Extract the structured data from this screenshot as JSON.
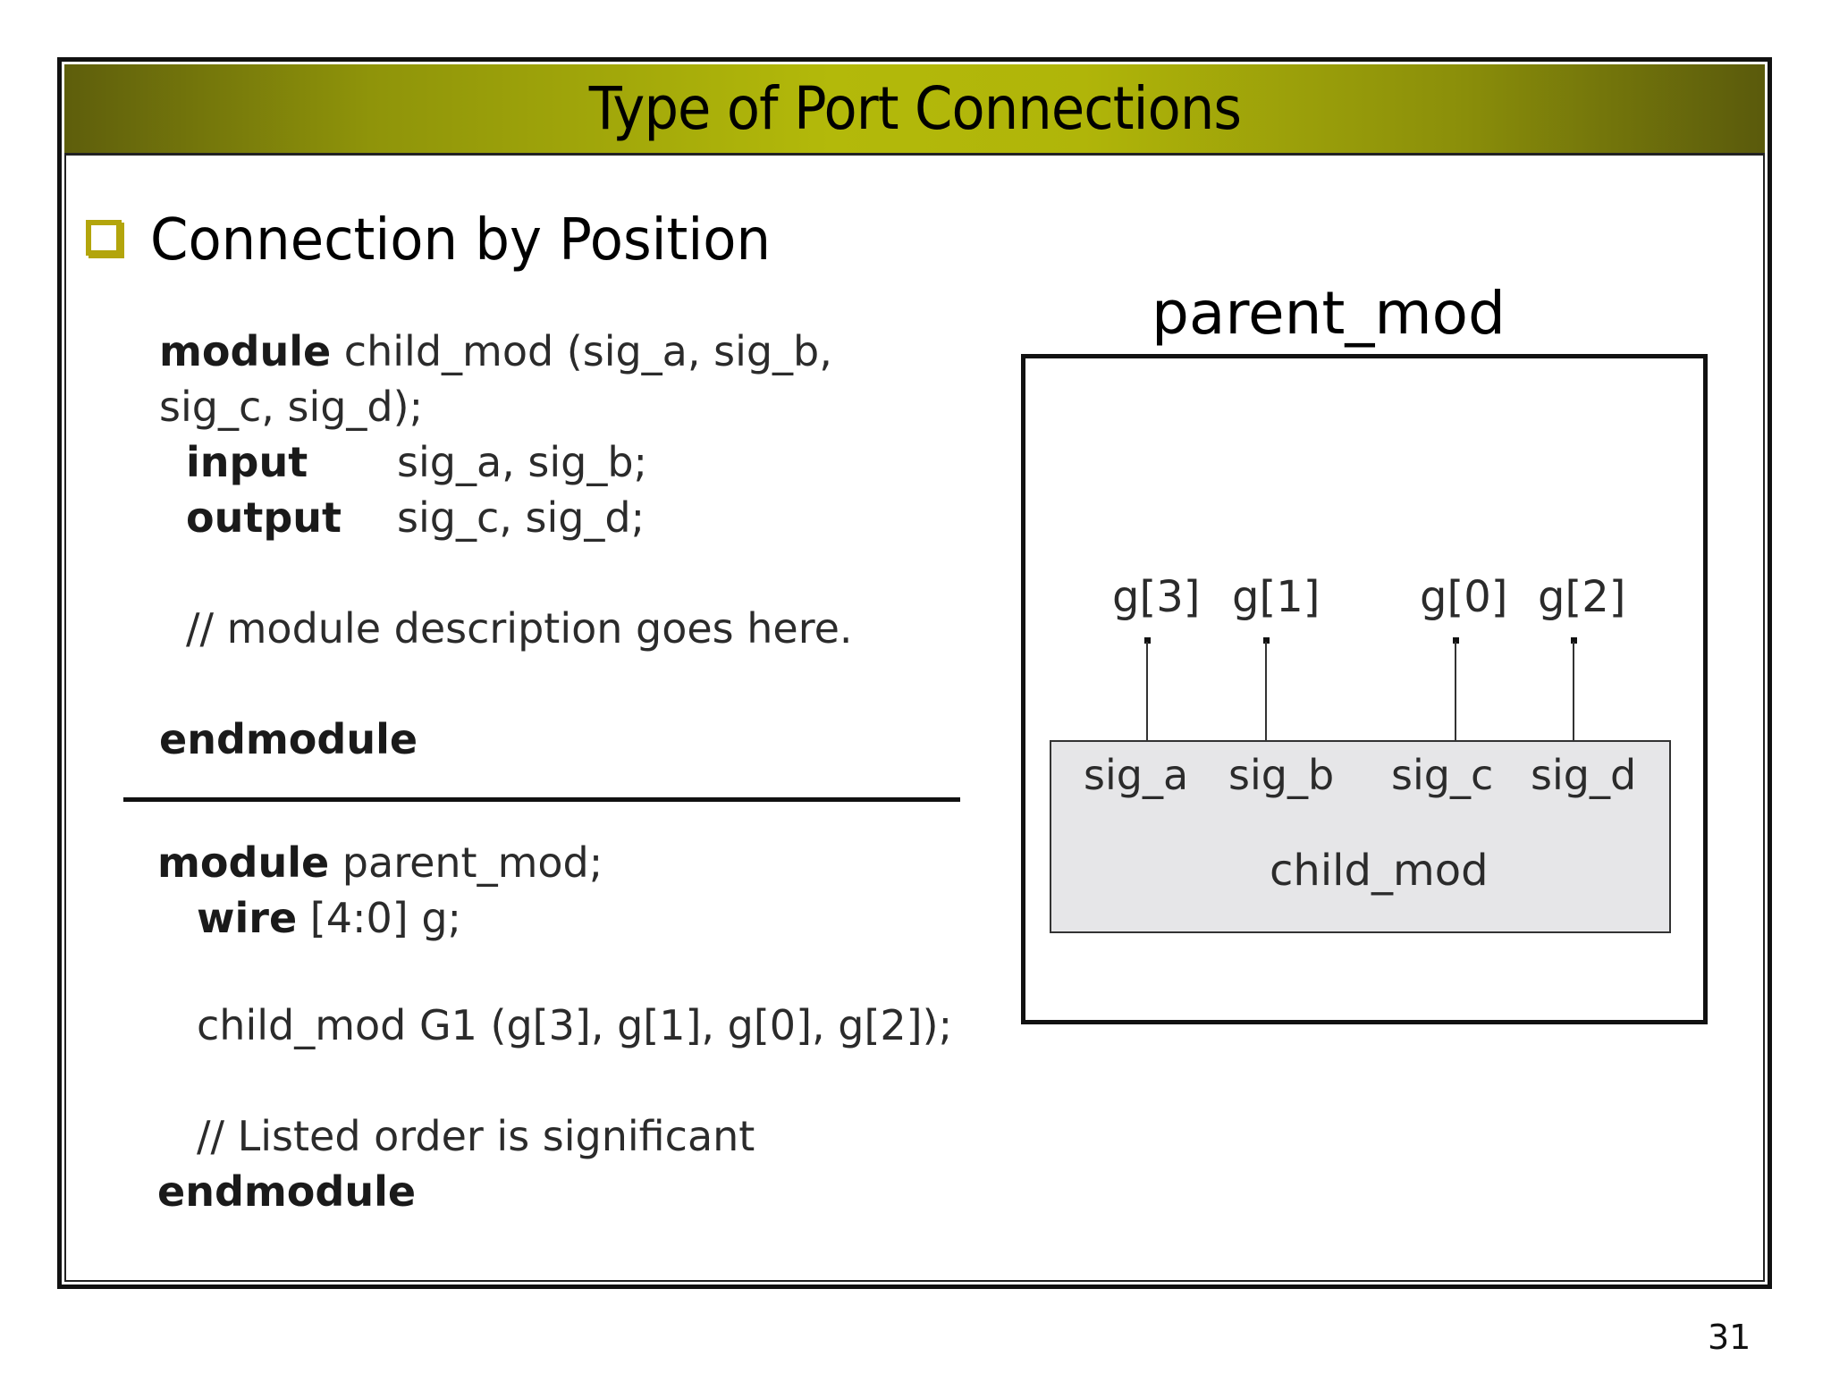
{
  "slide": {
    "title": "Type of Port Connections",
    "bullet": "Connection by Position",
    "page_number": "31"
  },
  "code": {
    "child_line1_kw": "module",
    "child_line1_rest": " child_mod (sig_a, sig_b,",
    "child_line2": "sig_c, sig_d);",
    "input_kw": "input",
    "input_sigs": "sig_a, sig_b;",
    "output_kw": "output",
    "output_sigs": "sig_c, sig_d;",
    "comment1": "// module description goes here.",
    "endmodule1": "endmodule",
    "parent_line1_kw": "module",
    "parent_line1_rest": " parent_mod;",
    "wire_kw": "wire",
    "wire_rest": " [4:0] g;",
    "instance": "child_mod G1 (g[3], g[1], g[0], g[2]);",
    "comment2": "// Listed order is significant",
    "endmodule2": "endmodule"
  },
  "diagram": {
    "parent_label": "parent_mod",
    "child_label": "child_mod",
    "pins": [
      "g[3]",
      "g[1]",
      "g[0]",
      "g[2]"
    ],
    "ports": [
      "sig_a",
      "sig_b",
      "sig_c",
      "sig_d"
    ]
  }
}
